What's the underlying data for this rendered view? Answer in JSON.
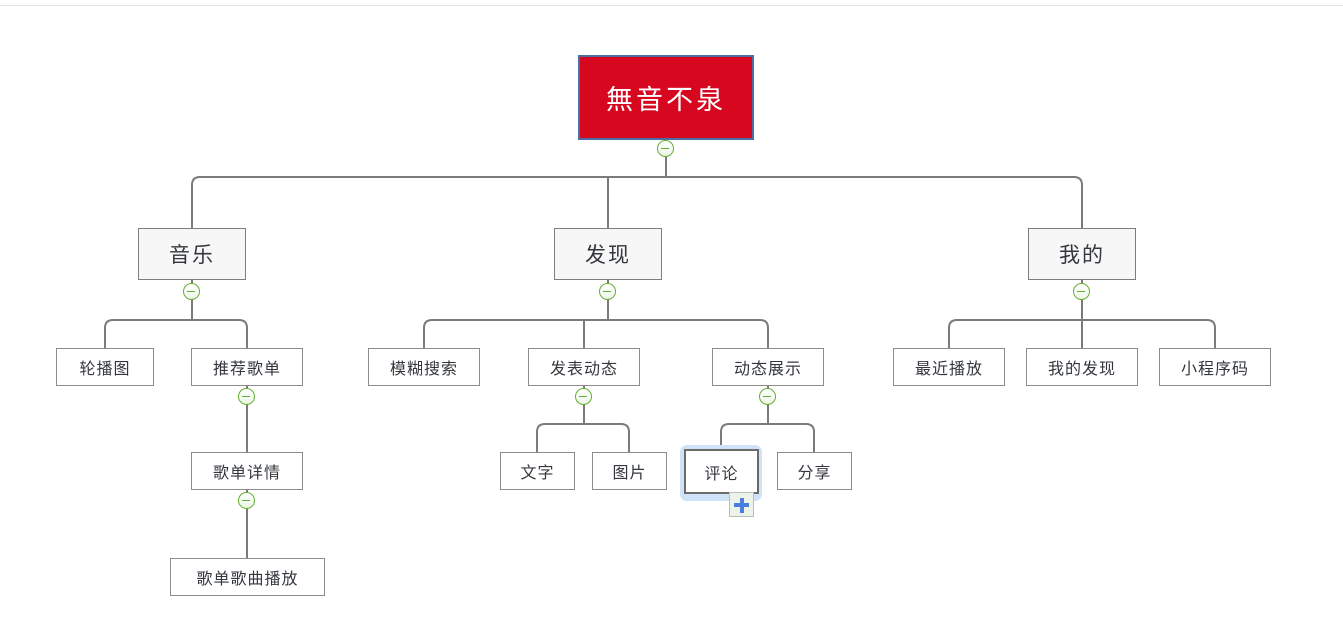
{
  "diagram": {
    "type": "mindmap-tree",
    "orientation": "top-down",
    "background_color": "#ffffff",
    "root_fill_color": "#d6071f",
    "root_border_color": "#4a6fa5",
    "root_text_color": "#ffffff",
    "node_fill_color": "#f7f7f7",
    "node_border_color": "#8a8a8a",
    "edge_color": "#7b7b7b",
    "toggle_color": "#63b032",
    "selection_halo_color": "#cfe2f7",
    "add_icon_color": "#4a7fe0"
  },
  "nodes": {
    "root": {
      "label": "無音不泉",
      "level": 1
    },
    "music": {
      "label": "音乐",
      "level": 2
    },
    "discover": {
      "label": "发现",
      "level": 2
    },
    "mine": {
      "label": "我的",
      "level": 2
    },
    "carousel": {
      "label": "轮播图",
      "level": 3
    },
    "recommend": {
      "label": "推荐歌单",
      "level": 3
    },
    "fuzzy_search": {
      "label": "模糊搜索",
      "level": 3
    },
    "post_moment": {
      "label": "发表动态",
      "level": 3
    },
    "moment_display": {
      "label": "动态展示",
      "level": 3
    },
    "recent_play": {
      "label": "最近播放",
      "level": 3
    },
    "my_discover": {
      "label": "我的发现",
      "level": 3
    },
    "mini_code": {
      "label": "小程序码",
      "level": 3
    },
    "playlist_detail": {
      "label": "歌单详情",
      "level": 4
    },
    "text": {
      "label": "文字",
      "level": 4
    },
    "image": {
      "label": "图片",
      "level": 4
    },
    "comment": {
      "label": "评论",
      "level": 4,
      "selected": true
    },
    "share": {
      "label": "分享",
      "level": 4
    },
    "playlist_song": {
      "label": "歌单歌曲播放",
      "level": 5
    }
  },
  "toggles": {
    "root": {
      "state": "expanded",
      "icon": "minus-circle-icon"
    },
    "music": {
      "state": "expanded",
      "icon": "minus-circle-icon"
    },
    "discover": {
      "state": "expanded",
      "icon": "minus-circle-icon"
    },
    "mine": {
      "state": "expanded",
      "icon": "minus-circle-icon"
    },
    "recommend": {
      "state": "expanded",
      "icon": "minus-circle-icon"
    },
    "post_moment": {
      "state": "expanded",
      "icon": "minus-circle-icon"
    },
    "moment_display": {
      "state": "expanded",
      "icon": "minus-circle-icon"
    },
    "playlist_detail": {
      "state": "expanded",
      "icon": "minus-circle-icon"
    }
  },
  "add_button": {
    "icon": "plus-icon",
    "owner": "comment"
  },
  "edges": [
    {
      "from": "root",
      "to": "music"
    },
    {
      "from": "root",
      "to": "discover"
    },
    {
      "from": "root",
      "to": "mine"
    },
    {
      "from": "music",
      "to": "carousel"
    },
    {
      "from": "music",
      "to": "recommend"
    },
    {
      "from": "discover",
      "to": "fuzzy_search"
    },
    {
      "from": "discover",
      "to": "post_moment"
    },
    {
      "from": "discover",
      "to": "moment_display"
    },
    {
      "from": "mine",
      "to": "recent_play"
    },
    {
      "from": "mine",
      "to": "my_discover"
    },
    {
      "from": "mine",
      "to": "mini_code"
    },
    {
      "from": "recommend",
      "to": "playlist_detail"
    },
    {
      "from": "post_moment",
      "to": "text"
    },
    {
      "from": "post_moment",
      "to": "image"
    },
    {
      "from": "moment_display",
      "to": "comment"
    },
    {
      "from": "moment_display",
      "to": "share"
    },
    {
      "from": "playlist_detail",
      "to": "playlist_song"
    }
  ]
}
